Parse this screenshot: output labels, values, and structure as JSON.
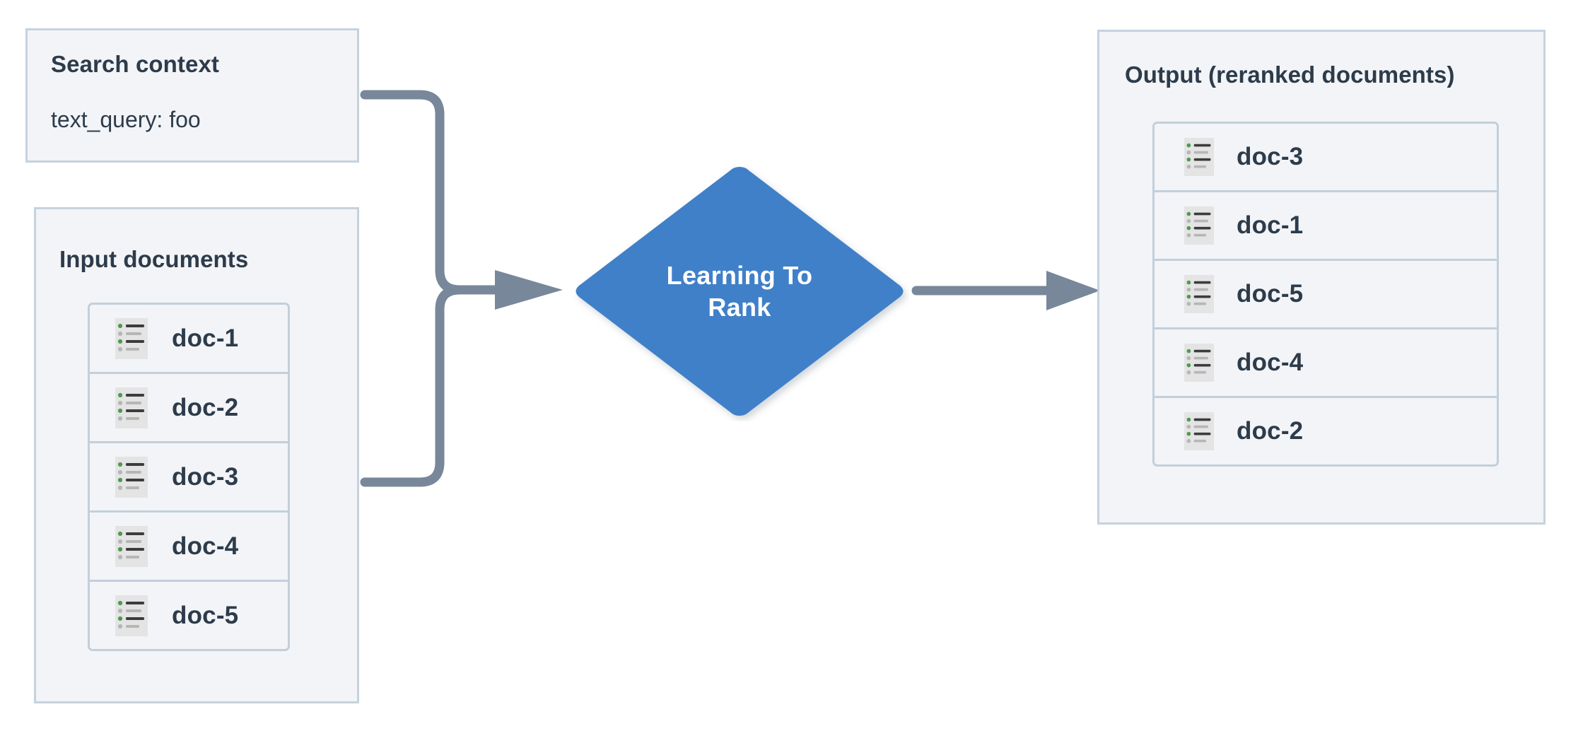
{
  "diagram": {
    "title": "Learning To Rank reranking flow",
    "background_color": "#ffffff",
    "panel_fill": "#f2f4f7",
    "panel_border": "#c6d2de",
    "row_border": "#c3cfdb",
    "text_color": "#2d3b4a",
    "accent_color": "#4080c8",
    "connector_color": "#78879a",
    "icon_bg_color": "#e4e4e4",
    "icon_bullet_green": "#4f9a4f",
    "icon_bullet_gray": "#b6b6b6",
    "icon_line_dark": "#3c3c3c",
    "icon_line_light": "#b6b6b6"
  },
  "search_context": {
    "title": "Search context",
    "query_line": "text_query: foo"
  },
  "input_documents": {
    "title": "Input documents",
    "docs": [
      {
        "label": "doc-1",
        "icon": "document-list-icon"
      },
      {
        "label": "doc-2",
        "icon": "document-list-icon"
      },
      {
        "label": "doc-3",
        "icon": "document-list-icon"
      },
      {
        "label": "doc-4",
        "icon": "document-list-icon"
      },
      {
        "label": "doc-5",
        "icon": "document-list-icon"
      }
    ]
  },
  "process_node": {
    "label_line1": "Learning To",
    "label_line2": "Rank",
    "shape": "diamond"
  },
  "output": {
    "title": "Output (reranked documents)",
    "docs": [
      {
        "label": "doc-3",
        "icon": "document-list-icon"
      },
      {
        "label": "doc-1",
        "icon": "document-list-icon"
      },
      {
        "label": "doc-5",
        "icon": "document-list-icon"
      },
      {
        "label": "doc-4",
        "icon": "document-list-icon"
      },
      {
        "label": "doc-2",
        "icon": "document-list-icon"
      }
    ]
  },
  "connectors": [
    {
      "name": "search-context-to-ltr",
      "from": "search_context",
      "to": "process_node"
    },
    {
      "name": "input-documents-to-ltr",
      "from": "input_documents",
      "to": "process_node"
    },
    {
      "name": "ltr-to-output",
      "from": "process_node",
      "to": "output"
    }
  ]
}
